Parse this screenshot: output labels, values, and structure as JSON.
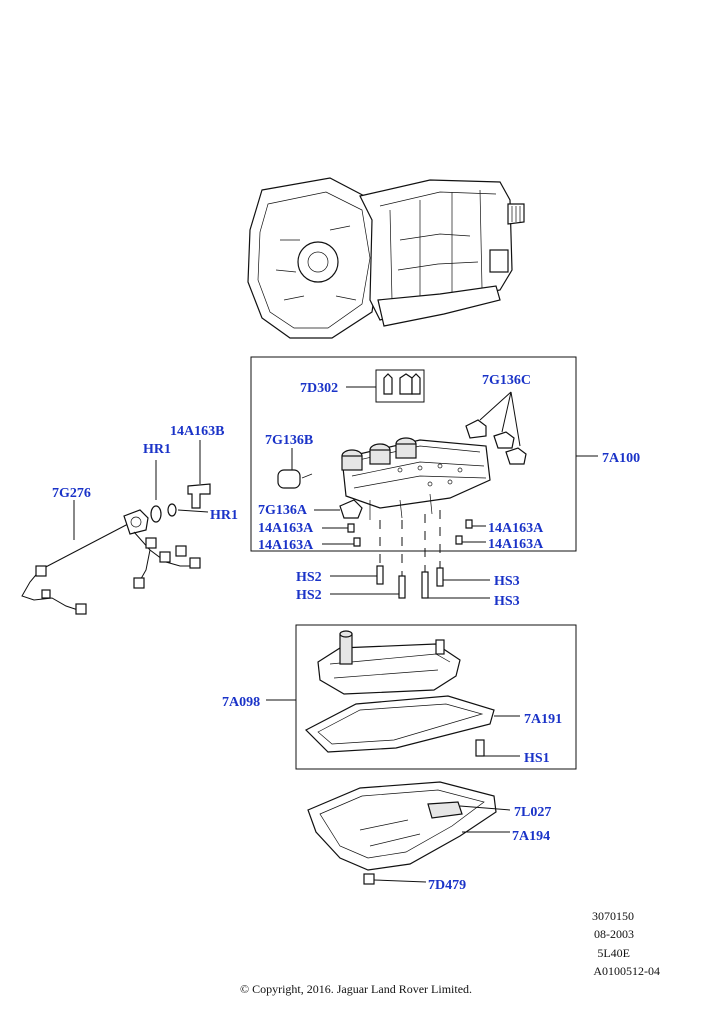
{
  "callouts": {
    "c7d302": "7D302",
    "c7g136c": "7G136C",
    "c7g136b": "7G136B",
    "c14a163b": "14A163B",
    "chr1_top": "HR1",
    "chr1_right": "HR1",
    "c7g276": "7G276",
    "c7a100": "7A100",
    "c7g136a": "7G136A",
    "c14a163a_l1": "14A163A",
    "c14a163a_l2": "14A163A",
    "c14a163a_r1": "14A163A",
    "c14a163a_r2": "14A163A",
    "chs2_a": "HS2",
    "chs2_b": "HS2",
    "chs3_a": "HS3",
    "chs3_b": "HS3",
    "c7a098": "7A098",
    "c7a191": "7A191",
    "chs1": "HS1",
    "c7l027": "7L027",
    "c7a194": "7A194",
    "c7d479": "7D479"
  },
  "meta": {
    "ref1": "3070150",
    "date": "08-2003",
    "model": "5L40E",
    "illustration_id": "A0100512-04"
  },
  "copyright": "© Copyright, 2016. Jaguar Land Rover Limited.",
  "colors": {
    "callout": "#1a33c8",
    "line": "#111111"
  }
}
